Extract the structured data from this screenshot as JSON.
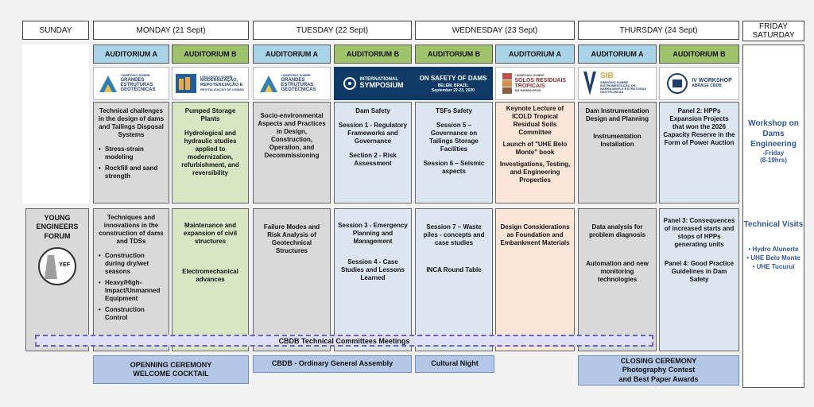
{
  "days": {
    "sunday": "SUNDAY",
    "monday": "MONDAY (21 Sept)",
    "tuesday": "TUESDAY (22 Sept)",
    "wednesday": "WEDNESDAY (23 Sept)",
    "thursday": "THURSDAY (24 Sept)",
    "friday": "FRIDAY",
    "saturday": "SATURDAY"
  },
  "auditoriums": {
    "a": "AUDITORIUM A",
    "b": "AUDITORIUM B"
  },
  "logos": {
    "grandes_small": "I SIMPÓSIO SOBRE",
    "grandes_big": "GRANDES ESTRUTURAS GEOTÉCNICAS",
    "encontro_small": "I ENCONTRO SOBRE",
    "encontro_big": "MODERNIZAÇÃO, REPOTENCIAÇÃO E",
    "encontro_tail": "REVITALIZAÇÃO DE USINAS",
    "intl_small": "INTERNATIONAL",
    "intl_big": "SYMPOSIUM",
    "safety_big": "ON SAFETY OF DAMS",
    "safety_sub": "BELÉM, BRAZIL",
    "safety_date": "September 22-23, 2020",
    "solos_small": "I SIMPÓSIO SOBRE",
    "solos_big": "SOLOS RESIDUAIS TROPICAIS",
    "solos_tail": "EM BARRAGENS",
    "sib_big": "SIB",
    "sib_text": "SIMPÓSIO SOBRE INSTRUMENTAÇÃO DE BARRAGENS E ESTRUTURAS GEOTÉCNICAS",
    "workshop_big": "IV WORKSHOP",
    "workshop_small": "ABRAGE CBDB",
    "yef": "YEF"
  },
  "cells": {
    "mon_a_top_title": "Technical challenges in the design of dams and Tailings Disposal Systems",
    "mon_a_top_b1": "Stress-strain modeling",
    "mon_a_top_b2": "Rockfill and sand strength",
    "mon_b_top_1": "Pumped Storage Plants",
    "mon_b_top_2": "Hydrological and hydraulic studies applied to modernization, refurbishment, and reversibility",
    "tue_a_top": "Socio-environmental Aspects and Practices in Design, Construction, Operation, and Decommissioning",
    "tue_b_top_1": "Dam Safety",
    "tue_b_top_2": "Session 1 - Regulatory Frameworks and Governance",
    "tue_b_top_3": "Section 2 - Risk Assessment",
    "wed_b_top_1": "TSFs Safety",
    "wed_b_top_2": "Session 5 – Governance on Tailings Storage Facilities",
    "wed_b_top_3": "Session 6 – Seismic aspects",
    "wed_a_top_1": "Keynote Lecture of ICOLD Tropical Residual Soils Committee",
    "wed_a_top_2": "Launch of \"UHE Belo Monte\" book",
    "wed_a_top_3": "Investigations, Testing, and Engineering Properties",
    "thu_a_top_1": "Dam Instrumentation Design and Planning",
    "thu_a_top_2": "Instrumentation Installation",
    "thu_b_top": "Panel 2: HPPs Expansion Projects that won the 2026 Capacity Reserve in the Form of Power Auction",
    "young_forum": "YOUNG ENGINEERS FORUM",
    "mon_a_bot_title": "Techniques and innovations in the construction of dams and TDSs",
    "mon_a_bot_b1": "Construction during dry/wet seasons",
    "mon_a_bot_b2": "Heavy/High-Impact/Unmanned Equipment",
    "mon_a_bot_b3": "Construction Control",
    "mon_b_bot_1": "Maintenance and expansion of civil structures",
    "mon_b_bot_2": "Electromechanical advances",
    "tue_a_bot": "Failure Modes and Risk Analysis of Geotechnical Structures",
    "tue_b_bot_1": "Session 3 - Emergency Planning and Management",
    "tue_b_bot_2": "Session 4 - Case Studies and Lessons Learned",
    "wed_b_bot_1": "Session 7 – Waste piles - concepts and case studies",
    "wed_b_bot_2": "INCA Round Table",
    "wed_a_bot": "Design Considerations as Foundation and Embankment Materials",
    "thu_a_bot_1": "Data analysis for problem diagnosis",
    "thu_a_bot_2": "Automation and new monitoring technologies",
    "thu_b_bot_1": "Panel 3: Consequences of increased starts and stops of HPPs generating units",
    "thu_b_bot_2": "Panel 4: Good Practice Guidelines in Dam Safety"
  },
  "events": {
    "committees": "CBDB Technical Committees Meetings",
    "opening_1": "OPENNING CEREMONY",
    "opening_2": "WELCOME COCKTAIL",
    "assembly": "CBDB - Ordinary General Assembly",
    "cultural": "Cultural Night",
    "closing_1": "CLOSING CEREMONY",
    "closing_2": "Photography Contest",
    "closing_3": "and Best Paper Awards"
  },
  "side": {
    "workshop_title": "Workshop on Dams Engineering",
    "workshop_sub": "-Friday",
    "workshop_hours": "(8-19hrs)",
    "visits_title": "Technical Visits",
    "visit_1": "Hydro Alunorte",
    "visit_2": "UHE Belo Monte",
    "visit_3": "UHE Tucuruí"
  }
}
